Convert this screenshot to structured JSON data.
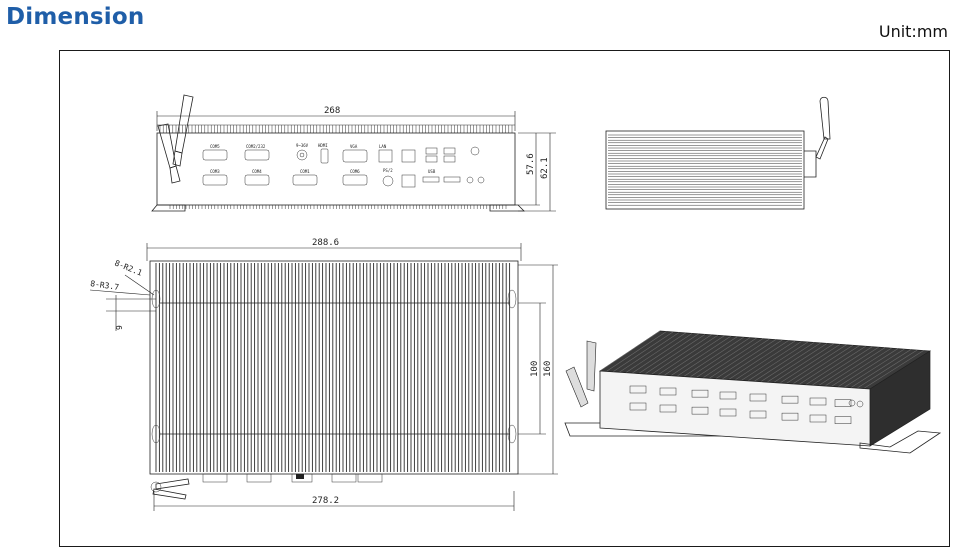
{
  "header": {
    "title": "Dimension",
    "unit": "Unit:mm"
  },
  "front_view": {
    "width_label": "268",
    "height_body": "57.6",
    "height_total": "62.1",
    "port_labels": {
      "com5": "COM5",
      "com3": "COM3",
      "com4": "COM4",
      "com6": "COM6",
      "com2": "COM2/232",
      "com1": "COM1",
      "power": "9~36V",
      "hdmi": "HDMI",
      "vga": "VGA",
      "ps2": "PS/2",
      "lan": "LAN",
      "usb": "USB"
    }
  },
  "top_view": {
    "length_overall": "288.6",
    "length_base": "278.2",
    "depth_inner": "100",
    "depth_outer": "160",
    "hole_small": "8-R2.1",
    "hole_large": "8-R3.7",
    "offset": "9"
  }
}
